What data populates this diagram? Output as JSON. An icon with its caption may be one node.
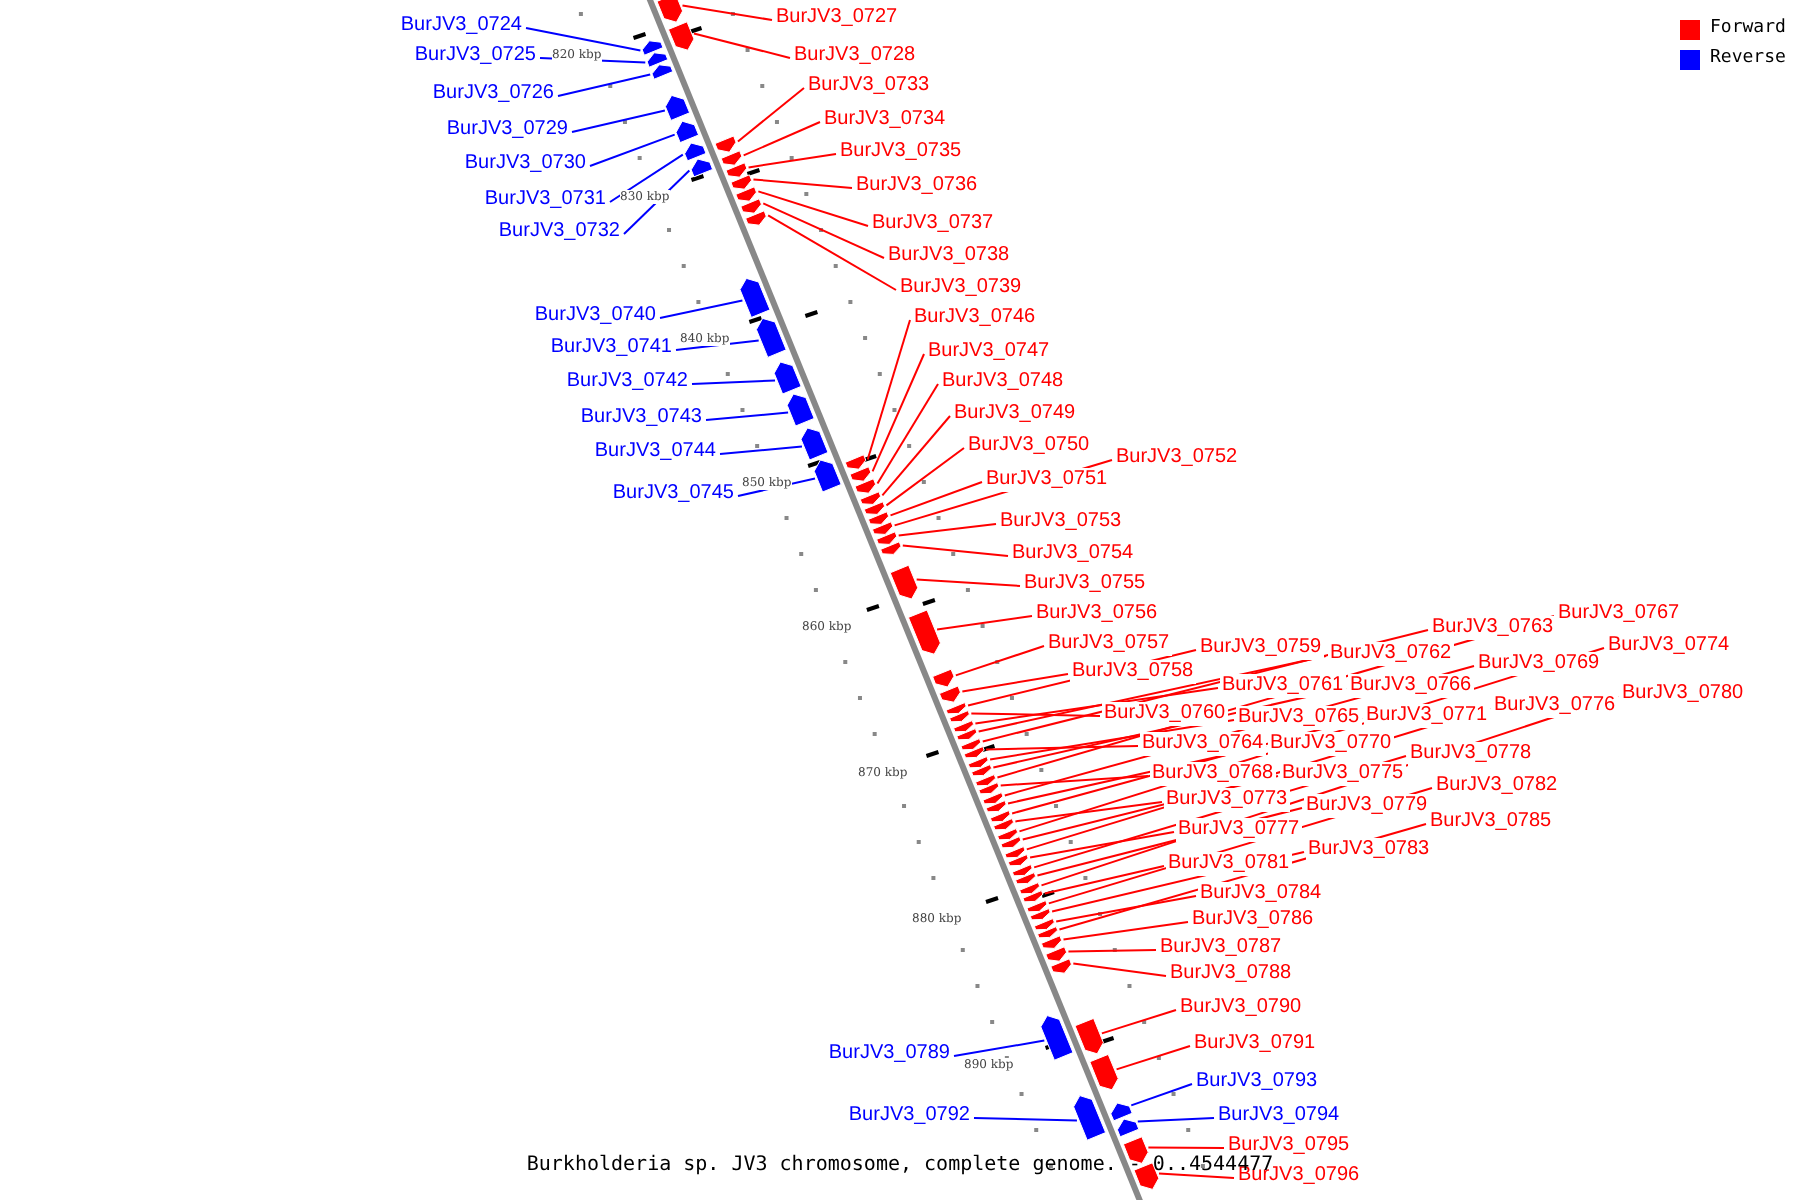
{
  "diagram": {
    "caption": "Burkholderia sp. JV3 chromosome, complete genome. - 0..4544477",
    "nodes": [
      {
        "text": [
          "BurJV3_0724"
        ]
      },
      {
        "text": [],
        "shape": "arrow"
      },
      {
        "text": [
          "BurJV3_0725"
        ]
      },
      {
        "text": [],
        "shape": "arrow"
      },
      {
        "text": [
          "BurJV3_0726"
        ]
      },
      {
        "text": [],
        "shape": "arrow"
      },
      {
        "text": [
          "BurJV3_0727"
        ]
      },
      {
        "text": [],
        "shape": "arrow"
      },
      {
        "text": [
          "BurJV3_0728"
        ]
      },
      {
        "text": [],
        "shape": "arrow"
      },
      {
        "text": [
          "BurJV3_0729"
        ]
      },
      {
        "text": [],
        "shape": "arrow"
      },
      {
        "text": [
          "BurJV3_0730"
        ]
      },
      {
        "text": [],
        "shape": "arrow"
      },
      {
        "text": [
          "BurJV3_0731"
        ]
      },
      {
        "text": [],
        "shape": "arrow"
      },
      {
        "text": [
          "BurJV3_0732"
        ]
      },
      {
        "text": [],
        "shape": "arrow"
      },
      {
        "text": [
          "BurJV3_0733"
        ]
      },
      {
        "text": [],
        "shape": "arrow"
      },
      {
        "text": [
          "BurJV3_0734"
        ]
      },
      {
        "text": [],
        "shape": "arrow"
      },
      {
        "text": [
          "BurJV3_0735"
        ]
      },
      {
        "text": [],
        "shape": "arrow"
      },
      {
        "text": [
          "BurJV3_0736"
        ]
      },
      {
        "text": [],
        "shape": "arrow"
      },
      {
        "text": [
          "BurJV3_0737"
        ]
      },
      {
        "text": [],
        "shape": "arrow"
      },
      {
        "text": [
          "BurJV3_0738"
        ]
      },
      {
        "text": [],
        "shape": "arrow"
      },
      {
        "text": [
          "BurJV3_0739"
        ]
      },
      {
        "text": [],
        "shape": "arrow"
      },
      {
        "text": [
          "BurJV3_0740"
        ]
      },
      {
        "text": [],
        "shape": "arrow"
      },
      {
        "text": [
          "BurJV3_0741"
        ]
      },
      {
        "text": [],
        "shape": "arrow"
      },
      {
        "text": [
          "BurJV3_0742"
        ]
      },
      {
        "text": [],
        "shape": "arrow"
      },
      {
        "text": [
          "BurJV3_0743"
        ]
      },
      {
        "text": [],
        "shape": "arrow"
      },
      {
        "text": [
          "BurJV3_0744"
        ]
      },
      {
        "text": [],
        "shape": "arrow"
      },
      {
        "text": [
          "BurJV3_0745"
        ]
      },
      {
        "text": [],
        "shape": "arrow"
      },
      {
        "text": [
          "BurJV3_0746"
        ]
      },
      {
        "text": [],
        "shape": "arrow"
      },
      {
        "text": [
          "BurJV3_0747"
        ]
      },
      {
        "text": [],
        "shape": "arrow"
      },
      {
        "text": [
          "BurJV3_0748"
        ]
      },
      {
        "text": [],
        "shape": "arrow"
      },
      {
        "text": [
          "BurJV3_0749"
        ]
      },
      {
        "text": [],
        "shape": "arrow"
      },
      {
        "text": [
          "BurJV3_0750"
        ]
      },
      {
        "text": [],
        "shape": "arrow"
      },
      {
        "text": [
          "BurJV3_0751"
        ]
      },
      {
        "text": [],
        "shape": "arrow"
      },
      {
        "text": [
          "BurJV3_0752"
        ]
      },
      {
        "text": [],
        "shape": "arrow"
      },
      {
        "text": [
          "BurJV3_0753"
        ]
      },
      {
        "text": [],
        "shape": "arrow"
      },
      {
        "text": [
          "BurJV3_0754"
        ]
      },
      {
        "text": [],
        "shape": "arrow"
      },
      {
        "text": [
          "BurJV3_0755"
        ]
      },
      {
        "text": [],
        "shape": "arrow"
      },
      {
        "text": [
          "BurJV3_0756"
        ]
      },
      {
        "text": [],
        "shape": "arrow"
      },
      {
        "text": [
          "BurJV3_0757"
        ]
      },
      {
        "text": [],
        "shape": "arrow"
      },
      {
        "text": [
          "BurJV3_0758"
        ]
      },
      {
        "text": [],
        "shape": "arrow"
      },
      {
        "text": [
          "BurJV3_0759"
        ]
      },
      {
        "text": [],
        "shape": "arrow"
      },
      {
        "text": [
          "BurJV3_0760"
        ]
      },
      {
        "text": [],
        "shape": "arrow"
      },
      {
        "text": [
          "BurJV3_0761"
        ]
      },
      {
        "text": [],
        "shape": "arrow"
      },
      {
        "text": [
          "BurJV3_0762"
        ]
      },
      {
        "text": [],
        "shape": "arrow"
      },
      {
        "text": [
          "BurJV3_0763"
        ]
      },
      {
        "text": [],
        "shape": "arrow"
      },
      {
        "text": [
          "BurJV3_0764"
        ]
      },
      {
        "text": [],
        "shape": "arrow"
      },
      {
        "text": [
          "BurJV3_0765"
        ]
      },
      {
        "text": [],
        "shape": "arrow"
      },
      {
        "text": [
          "BurJV3_0766"
        ]
      },
      {
        "text": [],
        "shape": "arrow"
      },
      {
        "text": [
          "BurJV3_0767"
        ]
      },
      {
        "text": [],
        "shape": "arrow"
      },
      {
        "text": [
          "BurJV3_0768"
        ]
      },
      {
        "text": [],
        "shape": "arrow"
      },
      {
        "text": [
          "BurJV3_0769"
        ]
      },
      {
        "text": [],
        "shape": "arrow"
      },
      {
        "text": [
          "BurJV3_0770"
        ]
      },
      {
        "text": [],
        "shape": "arrow"
      },
      {
        "text": [
          "BurJV3_0771"
        ]
      },
      {
        "text": [],
        "shape": "arrow"
      },
      {
        "text": [
          "BurJV3_0773"
        ]
      },
      {
        "text": [],
        "shape": "arrow"
      },
      {
        "text": [
          "BurJV3_0774"
        ]
      },
      {
        "text": [],
        "shape": "arrow"
      },
      {
        "text": [
          "BurJV3_0775"
        ]
      },
      {
        "text": [],
        "shape": "arrow"
      },
      {
        "text": [
          "BurJV3_0776"
        ]
      },
      {
        "text": [],
        "shape": "arrow"
      },
      {
        "text": [
          "BurJV3_0777"
        ]
      },
      {
        "text": [],
        "shape": "arrow"
      },
      {
        "text": [
          "BurJV3_0778"
        ]
      },
      {
        "text": [],
        "shape": "arrow"
      },
      {
        "text": [
          "BurJV3_0779"
        ]
      },
      {
        "text": [],
        "shape": "arrow"
      },
      {
        "text": [
          "BurJV3_0780"
        ]
      },
      {
        "text": [],
        "shape": "arrow"
      },
      {
        "text": [
          "BurJV3_0781"
        ]
      },
      {
        "text": [],
        "shape": "arrow"
      },
      {
        "text": [
          "BurJV3_0782"
        ]
      },
      {
        "text": [],
        "shape": "arrow"
      },
      {
        "text": [
          "BurJV3_0783"
        ]
      },
      {
        "text": [],
        "shape": "arrow"
      },
      {
        "text": [
          "BurJV3_0784"
        ]
      },
      {
        "text": [],
        "shape": "arrow"
      },
      {
        "text": [
          "BurJV3_0785"
        ]
      },
      {
        "text": [],
        "shape": "arrow"
      },
      {
        "text": [
          "BurJV3_0786"
        ]
      },
      {
        "text": [],
        "shape": "arrow"
      },
      {
        "text": [
          "BurJV3_0787"
        ]
      },
      {
        "text": [],
        "shape": "arrow"
      },
      {
        "text": [
          "BurJV3_0788"
        ]
      },
      {
        "text": [],
        "shape": "arrow"
      },
      {
        "text": [
          "BurJV3_0789"
        ]
      },
      {
        "text": [],
        "shape": "arrow"
      },
      {
        "text": [
          "BurJV3_0790"
        ]
      },
      {
        "text": [],
        "shape": "arrow"
      },
      {
        "text": [
          "BurJV3_0791"
        ]
      },
      {
        "text": [],
        "shape": "arrow"
      },
      {
        "text": [
          "BurJV3_0792"
        ]
      },
      {
        "text": [],
        "shape": "arrow"
      },
      {
        "text": [
          "BurJV3_0793"
        ]
      },
      {
        "text": [],
        "shape": "arrow"
      },
      {
        "text": [
          "BurJV3_0794"
        ]
      },
      {
        "text": [],
        "shape": "arrow"
      },
      {
        "text": [
          "BurJV3_0795"
        ]
      },
      {
        "text": [],
        "shape": "arrow"
      },
      {
        "text": [
          "BurJV3_0796"
        ]
      },
      {
        "text": [],
        "shape": "arrow"
      }
    ],
    "edges": [
      {
        "from": 0,
        "to": 1,
        "arrow": "none",
        "color": "#0000ff"
      },
      {
        "from": 2,
        "to": 3,
        "arrow": "none",
        "color": "#0000ff"
      },
      {
        "from": 4,
        "to": 5,
        "arrow": "none",
        "color": "#0000ff"
      },
      {
        "from": 6,
        "to": 7,
        "arrow": "none"
      },
      {
        "from": 8,
        "to": 9,
        "arrow": "none"
      },
      {
        "from": 10,
        "to": 11,
        "arrow": "none",
        "color": "#0000ff"
      },
      {
        "from": 12,
        "to": 13,
        "arrow": "none",
        "color": "#0000ff"
      },
      {
        "from": 14,
        "to": 15,
        "arrow": "none",
        "color": "#0000ff"
      },
      {
        "from": 16,
        "to": 17,
        "arrow": "none",
        "color": "#0000ff"
      },
      {
        "from": 18,
        "to": 19,
        "arrow": "none"
      },
      {
        "from": 20,
        "to": 21,
        "arrow": "none"
      },
      {
        "from": 22,
        "to": 23,
        "arrow": "none"
      },
      {
        "from": 24,
        "to": 25,
        "arrow": "none"
      },
      {
        "from": 26,
        "to": 27,
        "arrow": "none"
      },
      {
        "from": 28,
        "to": 29,
        "arrow": "none"
      },
      {
        "from": 30,
        "to": 31,
        "arrow": "none"
      },
      {
        "from": 32,
        "to": 33,
        "arrow": "none",
        "color": "#0000ff"
      },
      {
        "from": 34,
        "to": 35,
        "arrow": "none",
        "color": "#0000ff"
      },
      {
        "from": 36,
        "to": 37,
        "arrow": "none",
        "color": "#0000ff"
      },
      {
        "from": 38,
        "to": 39,
        "arrow": "none",
        "color": "#0000ff"
      },
      {
        "from": 40,
        "to": 41,
        "arrow": "none",
        "color": "#0000ff"
      },
      {
        "from": 42,
        "to": 43,
        "arrow": "none",
        "color": "#0000ff"
      },
      {
        "from": 44,
        "to": 45,
        "arrow": "none"
      },
      {
        "from": 46,
        "to": 47,
        "arrow": "none"
      },
      {
        "from": 48,
        "to": 49,
        "arrow": "none"
      },
      {
        "from": 50,
        "to": 51,
        "arrow": "none"
      },
      {
        "from": 52,
        "to": 53,
        "arrow": "none"
      },
      {
        "from": 54,
        "to": 55,
        "arrow": "none"
      },
      {
        "from": 56,
        "to": 57,
        "arrow": "none"
      },
      {
        "from": 58,
        "to": 59,
        "arrow": "none"
      },
      {
        "from": 60,
        "to": 61,
        "arrow": "none"
      },
      {
        "from": 62,
        "to": 63,
        "arrow": "none"
      },
      {
        "from": 64,
        "to": 65,
        "arrow": "none"
      },
      {
        "from": 66,
        "to": 67,
        "arrow": "none"
      },
      {
        "from": 68,
        "to": 69,
        "arrow": "none"
      },
      {
        "from": 70,
        "to": 71,
        "arrow": "none"
      },
      {
        "from": 72,
        "to": 73,
        "arrow": "none"
      },
      {
        "from": 74,
        "to": 75,
        "arrow": "none"
      },
      {
        "from": 76,
        "to": 77,
        "arrow": "none"
      },
      {
        "from": 78,
        "to": 79,
        "arrow": "none"
      },
      {
        "from": 80,
        "to": 81,
        "arrow": "none"
      },
      {
        "from": 82,
        "to": 83,
        "arrow": "none"
      },
      {
        "from": 84,
        "to": 85,
        "arrow": "none"
      },
      {
        "from": 86,
        "to": 87,
        "arrow": "none"
      },
      {
        "from": 88,
        "to": 89,
        "arrow": "none"
      },
      {
        "from": 90,
        "to": 91,
        "arrow": "none"
      },
      {
        "from": 92,
        "to": 93,
        "arrow": "none"
      },
      {
        "from": 94,
        "to": 95,
        "arrow": "none"
      },
      {
        "from": 96,
        "to": 97,
        "arrow": "none"
      },
      {
        "from": 98,
        "to": 99,
        "arrow": "none"
      },
      {
        "from": 100,
        "to": 101,
        "arrow": "none"
      },
      {
        "from": 102,
        "to": 103,
        "arrow": "none"
      },
      {
        "from": 104,
        "to": 105,
        "arrow": "none"
      },
      {
        "from": 106,
        "to": 107,
        "arrow": "none"
      },
      {
        "from": 108,
        "to": 109,
        "arrow": "none"
      },
      {
        "from": 110,
        "to": 111,
        "arrow": "none"
      },
      {
        "from": 112,
        "to": 113,
        "arrow": "none"
      },
      {
        "from": 114,
        "to": 115,
        "arrow": "none"
      },
      {
        "from": 116,
        "to": 117,
        "arrow": "none"
      },
      {
        "from": 118,
        "to": 119,
        "arrow": "none"
      },
      {
        "from": 120,
        "to": 121,
        "arrow": "none"
      },
      {
        "from": 122,
        "to": 123,
        "arrow": "none"
      },
      {
        "from": 124,
        "to": 125,
        "arrow": "none"
      },
      {
        "from": 126,
        "to": 127,
        "arrow": "none"
      },
      {
        "from": 128,
        "to": 129,
        "arrow": "none",
        "color": "#0000ff"
      },
      {
        "from": 130,
        "to": 131,
        "arrow": "none"
      },
      {
        "from": 132,
        "to": 133,
        "arrow": "none"
      },
      {
        "from": 134,
        "to": 135,
        "arrow": "none",
        "color": "#0000ff"
      },
      {
        "from": 136,
        "to": 137,
        "arrow": "none",
        "color": "#0000ff"
      },
      {
        "from": 138,
        "to": 139,
        "arrow": "none",
        "color": "#0000ff"
      },
      {
        "from": 140,
        "to": 141,
        "arrow": "none"
      },
      {
        "from": 142,
        "to": 143,
        "arrow": "none"
      }
    ],
    "labels": [
      "820 kbp",
      "830 kbp",
      "840 kbp",
      "850 kbp",
      "860 kbp",
      "870 kbp",
      "880 kbp",
      "890 kbp"
    ],
    "legend": [
      {
        "text": "Forward",
        "color": "#ff0000"
      },
      {
        "text": "Reverse",
        "color": "#0000ff"
      }
    ]
  }
}
